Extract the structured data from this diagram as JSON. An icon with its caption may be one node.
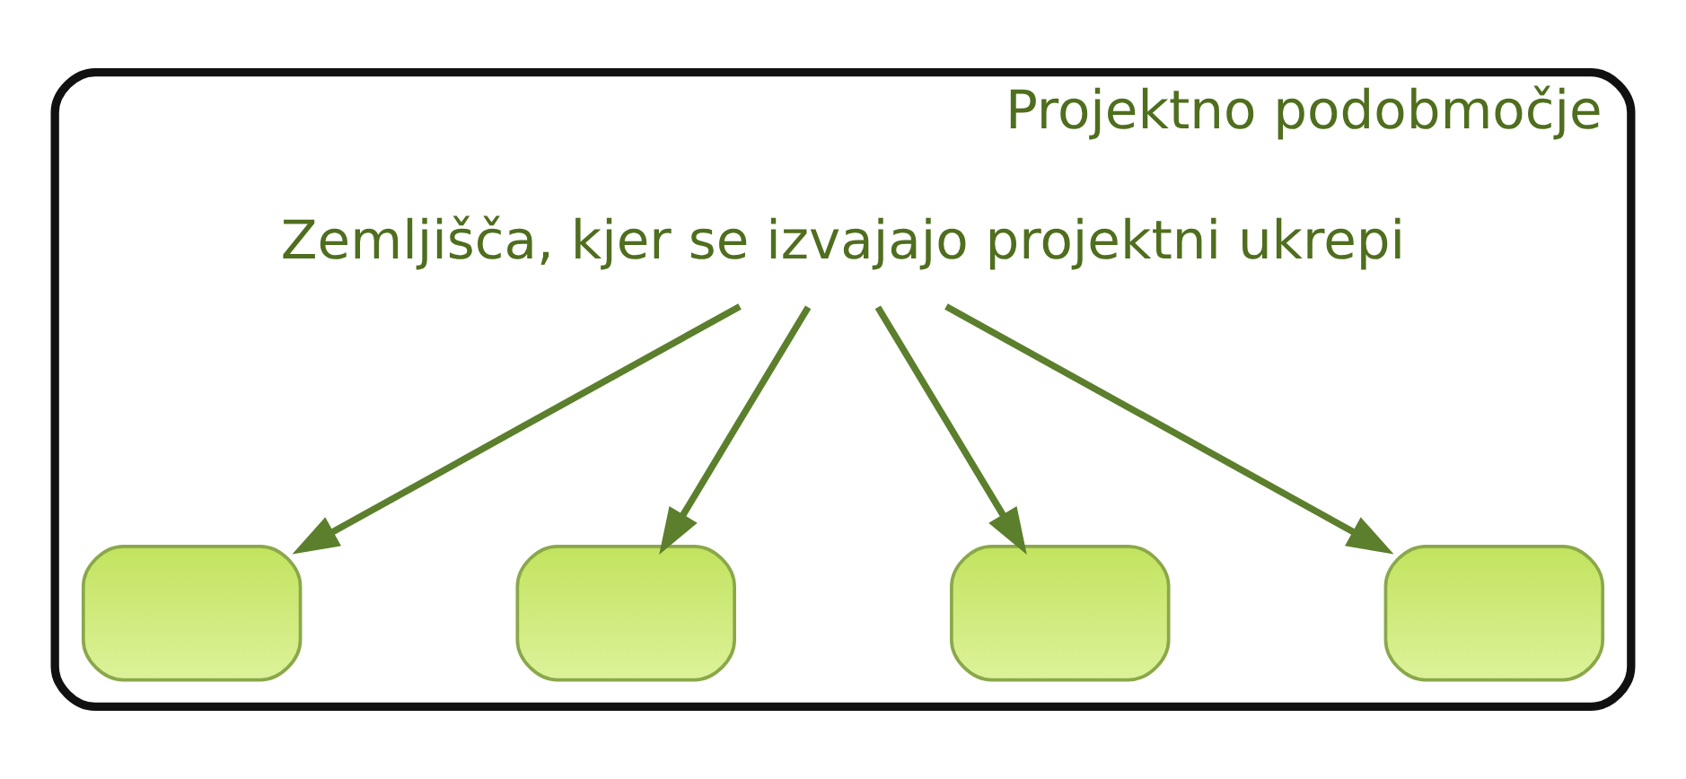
{
  "diagram": {
    "nodes": [
      {
        "text": [
          "Projektno podobmočje"
        ]
      },
      {
        "text": [
          "Zemljišča, kjer se izvajajo projektni ukrepi"
        ],
        "in": 0
      },
      {
        "text": [],
        "shape": "box",
        "in": 0
      },
      {
        "text": [],
        "shape": "box",
        "in": 0
      },
      {
        "text": [],
        "shape": "box",
        "in": 0
      },
      {
        "text": [],
        "shape": "box",
        "in": 0
      }
    ],
    "edges": [
      {
        "from": 1,
        "to": 3,
        "arrow": "to"
      },
      {
        "from": 1,
        "to": 2,
        "arrow": "to"
      },
      {
        "from": 1,
        "to": 4,
        "arrow": "to"
      },
      {
        "from": 1,
        "to": 5,
        "arrow": "to"
      }
    ]
  }
}
